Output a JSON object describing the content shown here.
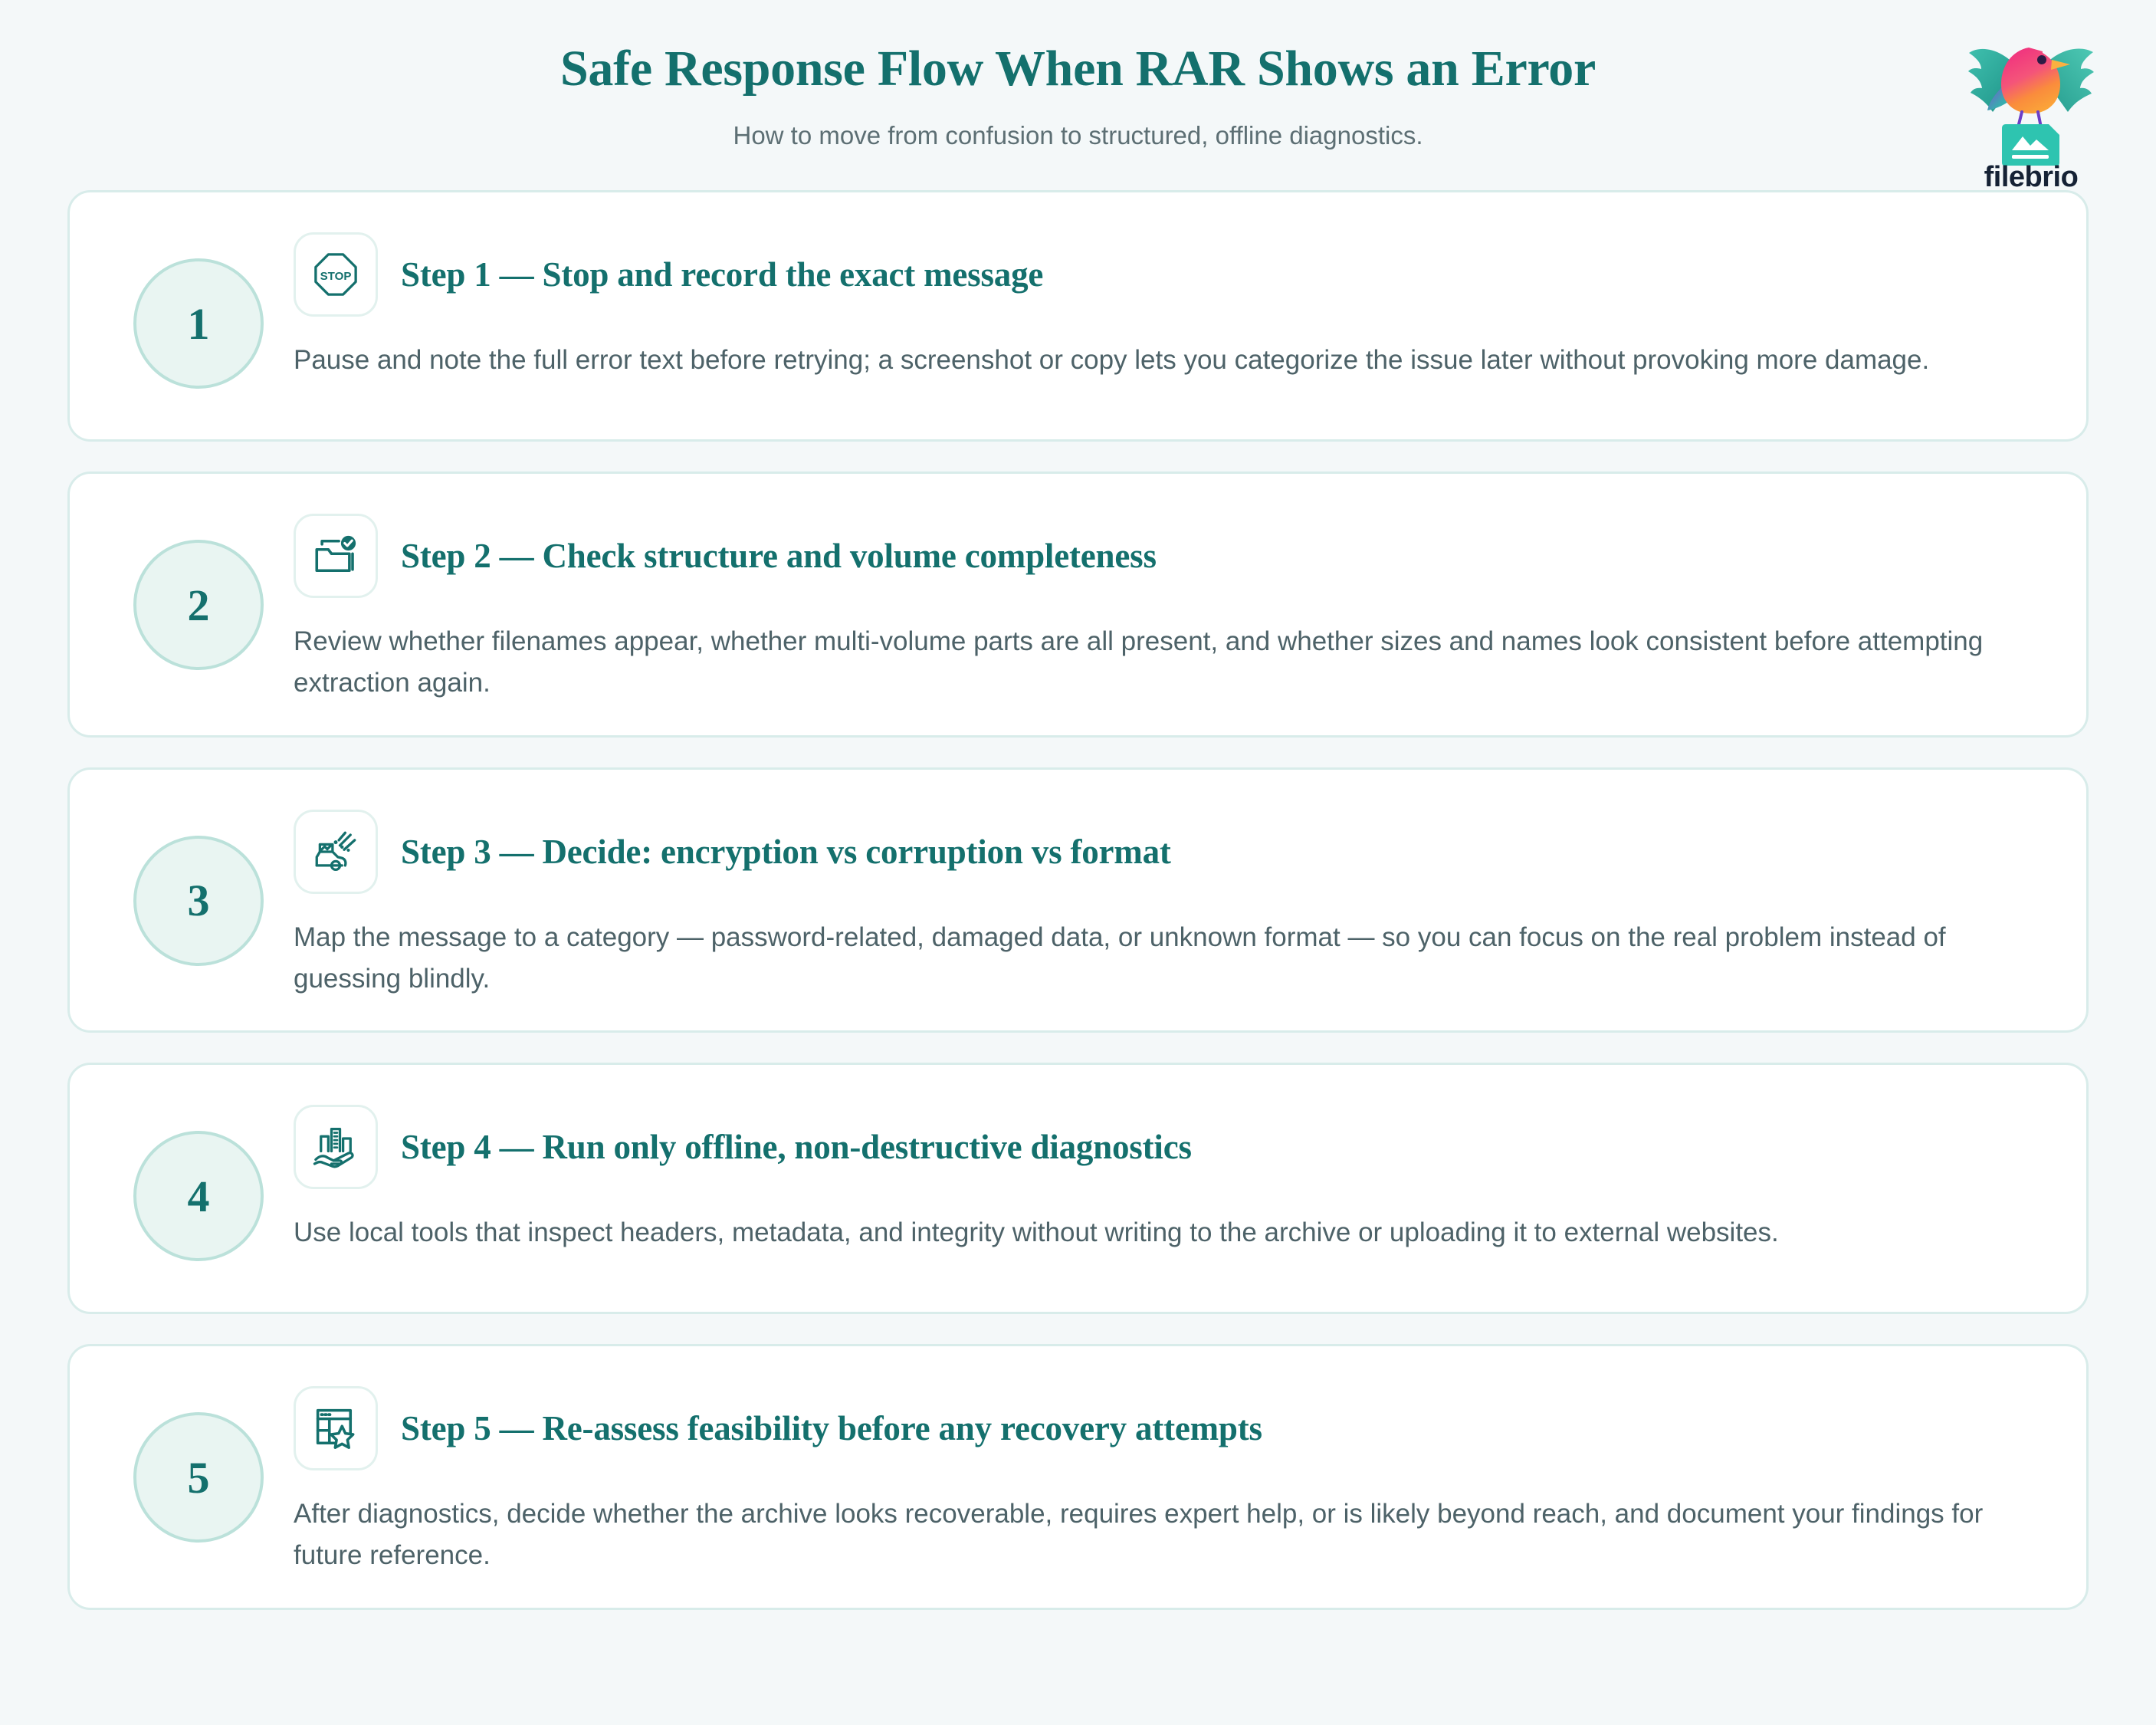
{
  "header": {
    "title": "Safe Response Flow When RAR Shows an Error",
    "subtitle": "How to move from confusion to structured, offline diagnostics.",
    "brand_name": "filebrio",
    "brand_icon": "filebrio-bird-logo"
  },
  "theme": {
    "page_background": "#f4f8f9",
    "card_background": "#ffffff",
    "card_border": "#d8ecea",
    "accent_teal": "#14706d",
    "number_circle_fill": "#e9f5f2",
    "number_circle_border": "#bbe1da",
    "body_text": "#4d6268",
    "subtitle_text": "#5d6f74",
    "brand_text": "#152235"
  },
  "steps": [
    {
      "number": "1",
      "icon": "stop-sign-icon",
      "title": "Step 1 — Stop and record the exact message",
      "description": "Pause and note the full error text before retrying; a screenshot or copy lets you categorize the issue later without provoking more damage."
    },
    {
      "number": "2",
      "icon": "folder-check-icon",
      "title": "Step 2 — Check structure and volume completeness",
      "description": "Review whether filenames appear, whether multi-volume parts are all present, and whether sizes and names look consistent before attempting extraction again."
    },
    {
      "number": "3",
      "icon": "car-impact-icon",
      "title": "Step 3 — Decide: encryption vs corruption vs format",
      "description": "Map the message to a category — password-related, damaged data, or unknown format — so you can focus on the real problem instead of guessing blindly."
    },
    {
      "number": "4",
      "icon": "hand-holding-buildings-icon",
      "title": "Step 4 — Run only offline, non-destructive diagnostics",
      "description": "Use local tools that inspect headers, metadata, and integrity without writing to the archive or uploading it to external websites."
    },
    {
      "number": "5",
      "icon": "window-star-icon",
      "title": "Step 5 — Re-assess feasibility before any recovery attempts",
      "description": "After diagnostics, decide whether the archive looks recoverable, requires expert help, or is likely beyond reach, and document your findings for future reference."
    }
  ]
}
